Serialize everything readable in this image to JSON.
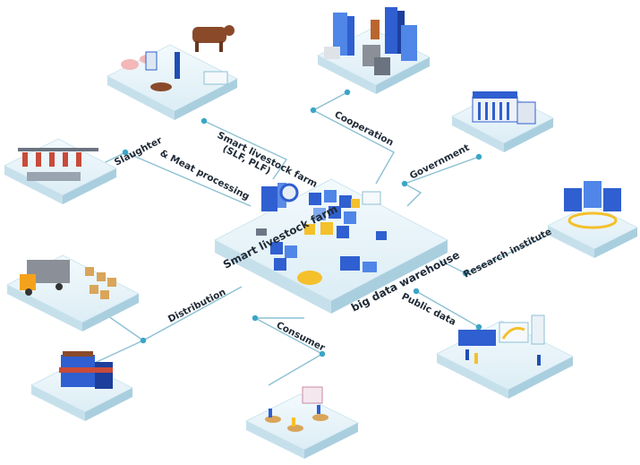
{
  "hub": {
    "title": "Smart livestock farm",
    "subtitle": "big data warehouse"
  },
  "labels": {
    "smart_farm_line1": "Smart livestock farm",
    "smart_farm_line2": "(SLF, PLF)",
    "cooperation": "Cooperation",
    "government": "Government",
    "slaughter": "Slaughter",
    "meat_processing": "& Meat processing",
    "research_institute": "Research institute",
    "distribution": "Distribution",
    "public_data": "Public data",
    "consumer": "Consumer"
  },
  "colors": {
    "platform_top": "#e6f3f8",
    "platform_side": "#bfdbe8",
    "line": "#7fb6cc",
    "dot": "#3aa5c7",
    "accent_blue": "#2f5fd0",
    "accent_yellow": "#f4c02b"
  }
}
